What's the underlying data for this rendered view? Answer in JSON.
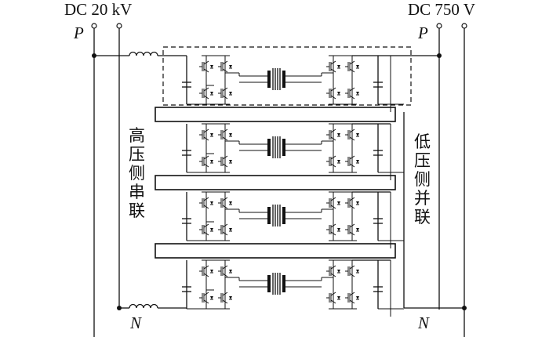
{
  "labels": {
    "hv_title": "DC 20 kV",
    "lv_title": "DC 750 V",
    "hv_p": "P",
    "lv_p": "P",
    "hv_n": "N",
    "lv_n": "N",
    "hv_series": [
      "高",
      "压",
      "侧",
      "串",
      "联"
    ],
    "lv_parallel": [
      "低",
      "压",
      "侧",
      "并",
      "联"
    ]
  },
  "modules": [
    "module-1",
    "module-2",
    "module-3",
    "module-4"
  ]
}
